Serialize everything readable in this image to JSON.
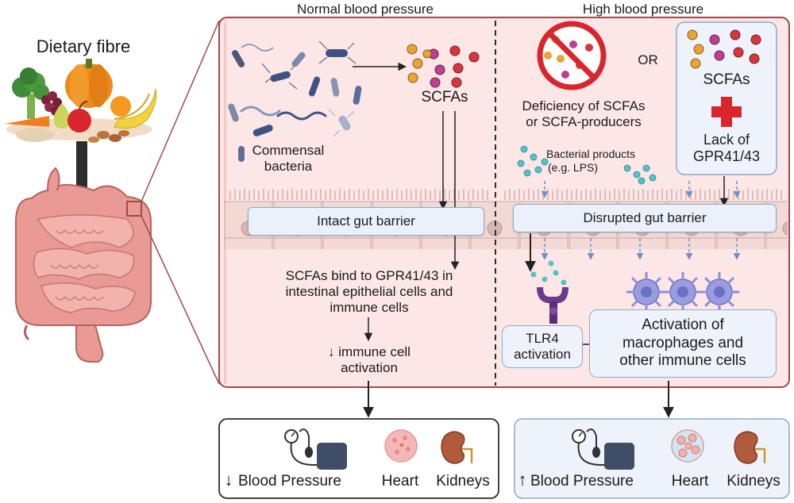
{
  "left": {
    "dietary_fibre": "Dietary fibre"
  },
  "normal": {
    "title": "Normal blood pressure",
    "scfas": "SCFAs",
    "commensal_line1": "Commensal",
    "commensal_line2": "bacteria",
    "barrier": "Intact gut barrier",
    "bind_line1": "SCFAs bind to GPR41/43 in",
    "bind_line2": "intestinal epithelial cells and",
    "bind_line3": "immune cells",
    "immune_line1": "↓ immune cell",
    "immune_line2": "activation"
  },
  "high": {
    "title": "High blood pressure",
    "or": "OR",
    "deficiency_line1": "Deficiency of SCFAs",
    "deficiency_line2": "or SCFA-producers",
    "scfas": "SCFAs",
    "lack_line1": "Lack of",
    "lack_line2": "GPR41/43",
    "bact_line1": "Bacterial products",
    "bact_line2": "(e.g. LPS)",
    "barrier": "Disrupted gut barrier",
    "tlr4_line1": "TLR4",
    "tlr4_line2": "activation",
    "act_line1": "Activation of",
    "act_line2": "macrophages and",
    "act_line3": "other immune cells"
  },
  "outcome_normal": {
    "arrow": "↓",
    "bp": "Blood Pressure",
    "heart": "Heart",
    "kidneys": "Kidneys"
  },
  "outcome_high": {
    "arrow": "↑",
    "bp": "Blood Pressure",
    "heart": "Heart",
    "kidneys": "Kidneys"
  },
  "colors": {
    "panel_fill": "#fde6e6",
    "panel_border": "#a04a4a",
    "barrier_fill": "#eaf1fb",
    "scfa_orange": "#e8a33a",
    "scfa_magenta": "#c03f8e",
    "scfa_red": "#d8363f",
    "no_sign": "#d8262c",
    "lps_teal": "#56c1c7",
    "macrophage": "#8d8fd8"
  }
}
